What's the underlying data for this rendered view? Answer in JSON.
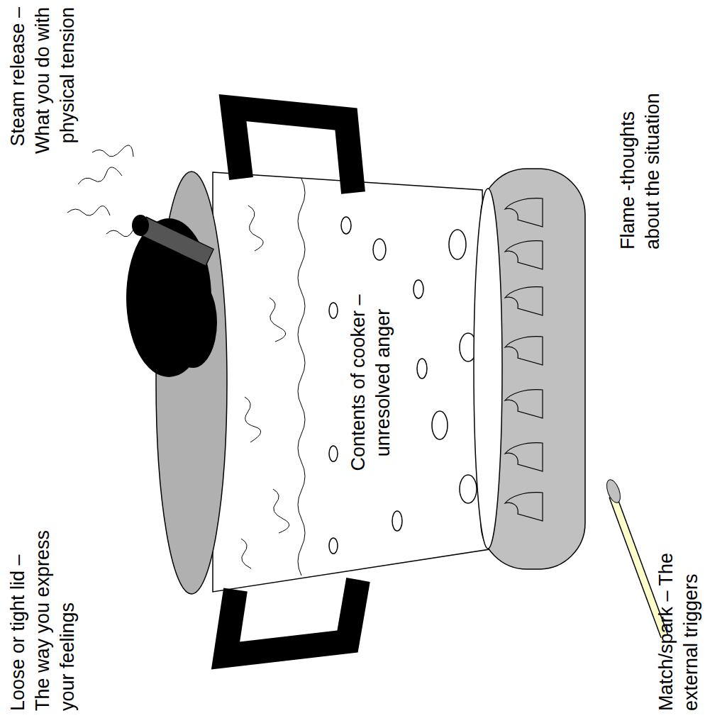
{
  "diagram": {
    "labels": [
      "Loose or tight lid – The way you express your feelings",
      "Steam release – What you do with physical tension",
      "Contents of cooker – unresolved anger",
      "Match/spark – The external triggers",
      "Flame -thoughts about the situation"
    ]
  }
}
